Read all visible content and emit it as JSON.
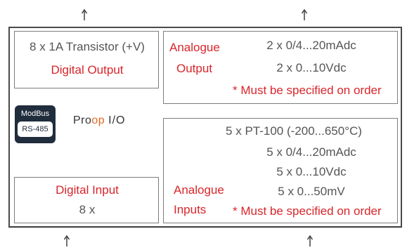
{
  "colors": {
    "accent_red": "#d9252a",
    "text_grey": "#555555",
    "frame": "#4a4a4a",
    "badge_bg": "#1f2d3d",
    "logo_accent": "#e46a22"
  },
  "digital_output": {
    "spec": "8 x 1A Transistor (+V)",
    "label": "Digital Output"
  },
  "analogue_output": {
    "label_line1": "Analogue",
    "label_line2": "Output",
    "specs": [
      "2 x 0/4...20mAdc",
      "2 x 0...10Vdc"
    ],
    "note": "* Must be specified on order"
  },
  "modbus": {
    "title": "ModBus",
    "port": "RS-485"
  },
  "logo": {
    "part1": "Pro",
    "part2": "op",
    "part3": "I/O"
  },
  "analogue_inputs": {
    "label_line1": "Analogue",
    "label_line2": "Inputs",
    "specs": [
      "5 x PT-100 (-200...650°C)",
      "5 x 0/4...20mAdc",
      "5 x 0...10Vdc",
      "5 x 0...50mV"
    ],
    "note": "* Must be specified on order"
  },
  "digital_input": {
    "label": "Digital Input",
    "spec": "8 x"
  },
  "icons": [
    "arrow-up-icon",
    "modbus-icon"
  ]
}
